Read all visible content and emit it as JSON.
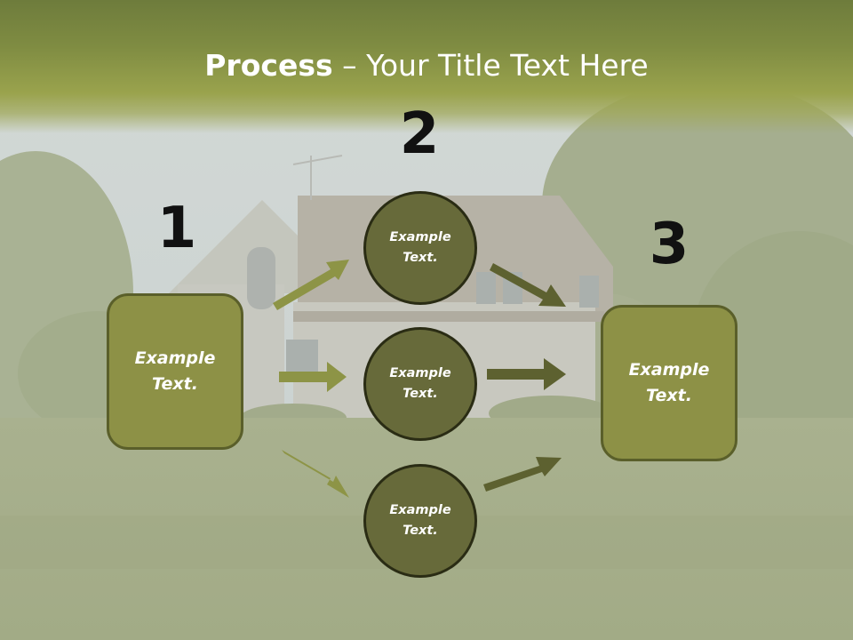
{
  "title": {
    "bold": "Process",
    "rest": " – Your Title Text Here"
  },
  "steps": {
    "one": "1",
    "two": "2",
    "three": "3"
  },
  "left_box": {
    "text": "Example Text."
  },
  "right_box": {
    "text": "Example Text."
  },
  "circles": [
    {
      "text": "Example Text."
    },
    {
      "text": "Example Text."
    },
    {
      "text": "Example Text."
    }
  ],
  "colors": {
    "title_band": "#7f8c42",
    "box_fill": "#8d9146",
    "circle_fill": "#676a3a",
    "arrow_light": "#8d9446",
    "arrow_dark": "#5d6130"
  }
}
